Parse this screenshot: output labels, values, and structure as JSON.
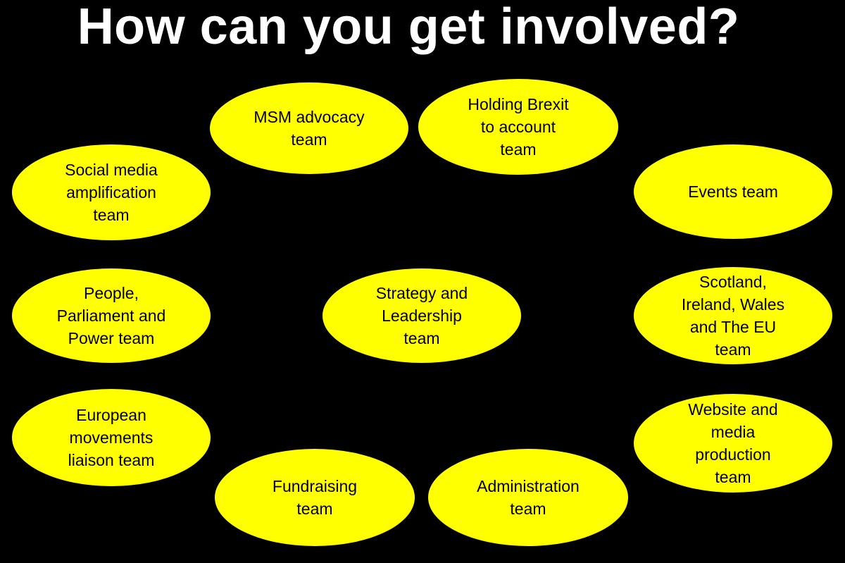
{
  "title": "How can you get involved?",
  "colors": {
    "background": "#000000",
    "oval_fill": "#ffff00",
    "title_text": "#ffffff",
    "oval_text": "#000000"
  },
  "teams": {
    "msm": "MSM advocacy\nteam",
    "holding": "Holding Brexit\nto account\nteam",
    "social": "Social media\namplification\nteam",
    "events": "Events team",
    "people": "People,\nParliament and\nPower team",
    "strategy": "Strategy and\nLeadership\nteam",
    "scotland": "Scotland,\nIreland, Wales\nand The EU\nteam",
    "european": "European\nmovements\nliaison team",
    "website": "Website and\nmedia\nproduction\nteam",
    "fundraising": "Fundraising\nteam",
    "administration": "Administration\nteam"
  }
}
